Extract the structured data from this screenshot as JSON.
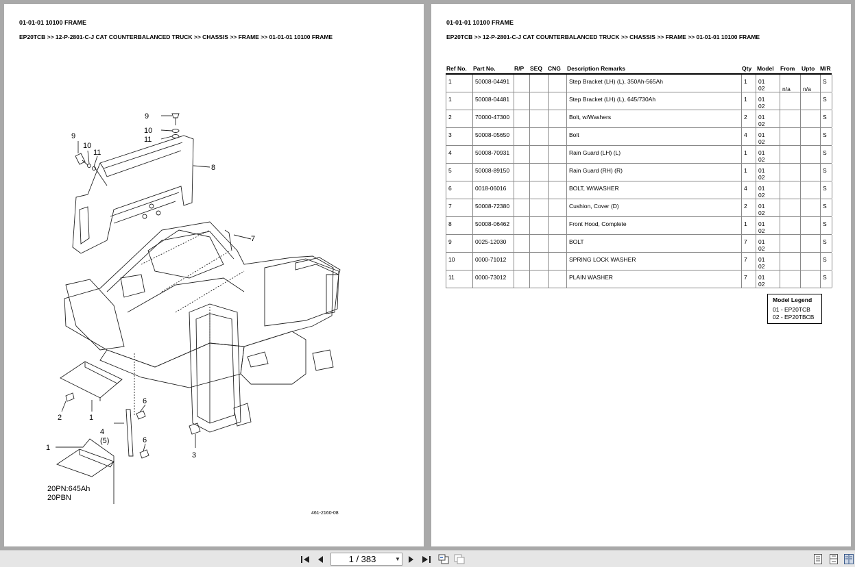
{
  "header": {
    "title": "01-01-01 10100 FRAME",
    "breadcrumb": "EP20TCB >> 12-P-2801-C-J CAT COUNTERBALANCED TRUCK >> CHASSIS >> FRAME >> 01-01-01 10100 FRAME"
  },
  "drawing": {
    "callouts": [
      "9",
      "10",
      "11",
      "9",
      "10",
      "11",
      "8",
      "7",
      "6",
      "6",
      "2",
      "1",
      "4",
      "(5)",
      "3",
      "1"
    ],
    "note_line1": "20PN:645Ah",
    "note_line2": "20PBN",
    "drawing_number": "461-2160-08"
  },
  "table": {
    "columns": [
      "Ref No.",
      "Part No.",
      "R/P",
      "SEQ",
      "CNG",
      "Description Remarks",
      "Qty",
      "Model",
      "From",
      "Upto",
      "M/R"
    ],
    "rows": [
      {
        "ref": "1",
        "part": "50008-04491",
        "desc": "Step Bracket (LH) (L), 350Ah-565Ah",
        "qty": "1",
        "model1": "01",
        "model2": "02",
        "from": "n/a",
        "upto": "n/a",
        "mr": "S"
      },
      {
        "ref": "1",
        "part": "50008-04481",
        "desc": "Step Bracket (LH) (L), 645/730Ah",
        "qty": "1",
        "model1": "01",
        "model2": "02",
        "from": "",
        "upto": "",
        "mr": "S"
      },
      {
        "ref": "2",
        "part": "70000-47300",
        "desc": "Bolt, w/Washers",
        "qty": "2",
        "model1": "01",
        "model2": "02",
        "from": "",
        "upto": "",
        "mr": "S"
      },
      {
        "ref": "3",
        "part": "50008-05650",
        "desc": "Bolt",
        "qty": "4",
        "model1": "01",
        "model2": "02",
        "from": "",
        "upto": "",
        "mr": "S"
      },
      {
        "ref": "4",
        "part": "50008-70931",
        "desc": "Rain Guard (LH) (L)",
        "qty": "1",
        "model1": "01",
        "model2": "02",
        "from": "",
        "upto": "",
        "mr": "S"
      },
      {
        "ref": "5",
        "part": "50008-89150",
        "desc": "Rain Guard (RH) (R)",
        "qty": "1",
        "model1": "01",
        "model2": "02",
        "from": "",
        "upto": "",
        "mr": "S"
      },
      {
        "ref": "6",
        "part": "0018-06016",
        "desc": "BOLT, W/WASHER",
        "qty": "4",
        "model1": "01",
        "model2": "02",
        "from": "",
        "upto": "",
        "mr": "S"
      },
      {
        "ref": "7",
        "part": "50008-72380",
        "desc": "Cushion, Cover (D)",
        "qty": "2",
        "model1": "01",
        "model2": "02",
        "from": "",
        "upto": "",
        "mr": "S"
      },
      {
        "ref": "8",
        "part": "50008-06462",
        "desc": "Front Hood, Complete",
        "qty": "1",
        "model1": "01",
        "model2": "02",
        "from": "",
        "upto": "",
        "mr": "S"
      },
      {
        "ref": "9",
        "part": "0025-12030",
        "desc": "BOLT",
        "qty": "7",
        "model1": "01",
        "model2": "02",
        "from": "",
        "upto": "",
        "mr": "S"
      },
      {
        "ref": "10",
        "part": "0000-71012",
        "desc": "SPRING LOCK WASHER",
        "qty": "7",
        "model1": "01",
        "model2": "02",
        "from": "",
        "upto": "",
        "mr": "S"
      },
      {
        "ref": "11",
        "part": "0000-73012",
        "desc": "PLAIN WASHER",
        "qty": "7",
        "model1": "01",
        "model2": "02",
        "from": "",
        "upto": "",
        "mr": "S"
      }
    ]
  },
  "legend": {
    "title": "Model Legend",
    "items": [
      "01 - EP20TCB",
      "02 - EP20TBCB"
    ]
  },
  "toolbar": {
    "page_indicator": "1 / 383",
    "first_icon": "first-page-icon",
    "prev_icon": "prev-page-icon",
    "next_icon": "next-page-icon",
    "last_icon": "last-page-icon"
  }
}
